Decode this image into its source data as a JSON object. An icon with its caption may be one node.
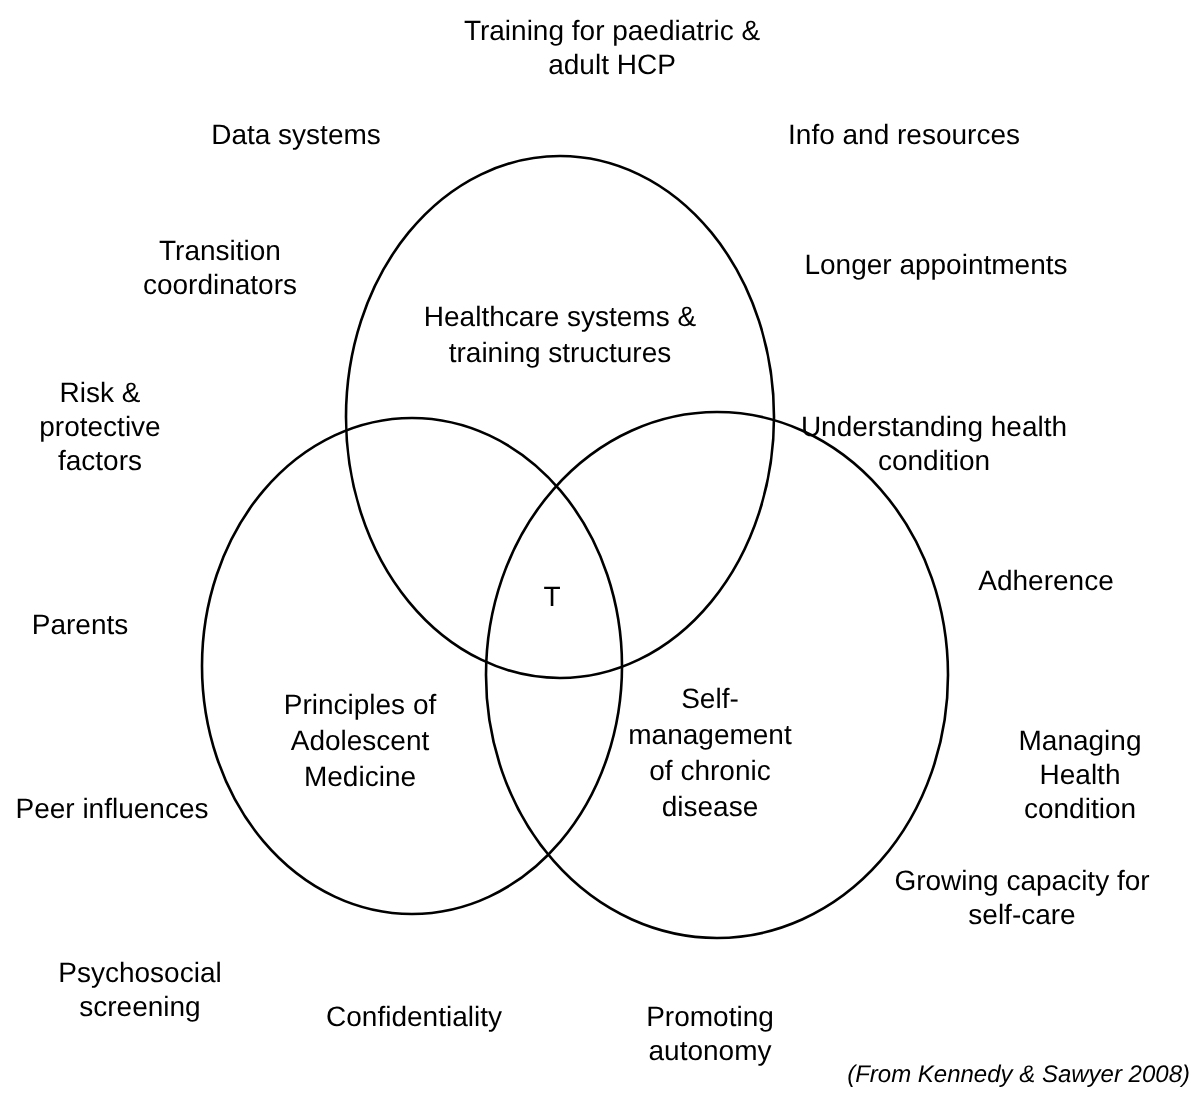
{
  "diagram": {
    "caption": "(From Kennedy & Sawyer 2008)",
    "nodes": [
      {
        "text": [
          "Healthcare systems & training structures"
        ]
      },
      {
        "text": [
          "Principles of Adolescent Medicine"
        ]
      },
      {
        "text": [
          "Self-management of chronic disease"
        ]
      }
    ],
    "labels": [
      "Training for paediatric & adult HCP",
      "Data systems",
      "Info and resources",
      "Transition coordinators",
      "Longer appointments",
      "Risk & protective factors",
      "Understanding health condition",
      "Adherence",
      "T",
      "Parents",
      "Managing Health condition",
      "Peer influences",
      "Growing capacity for self-care",
      "Psychosocial screening",
      "Confidentiality",
      "Promoting autonomy"
    ]
  }
}
